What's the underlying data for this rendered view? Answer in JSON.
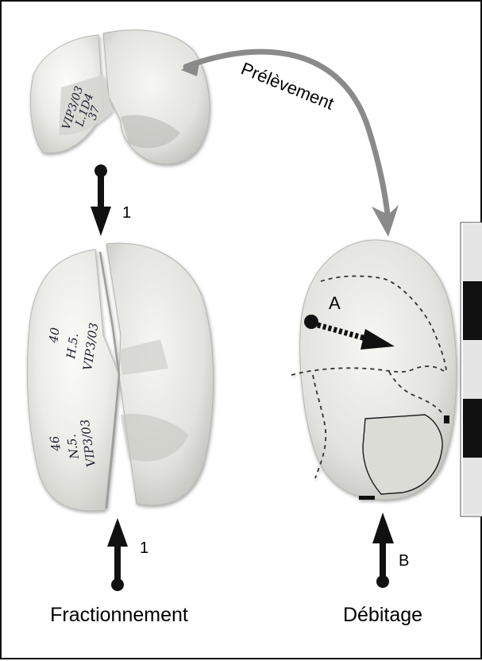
{
  "labels": {
    "transfer": "Prélèvement",
    "fractionnement": "Fractionnement",
    "debitage": "Débitage",
    "arrow_1_top": "1",
    "arrow_1_bottom": "1",
    "zone_a": "A",
    "zone_b": "B"
  },
  "specimen_marks": {
    "top_line1": "VIP3/03",
    "top_line2": "L.1D4",
    "top_line3": "37",
    "left_line1": "VIP3/03",
    "left_line2": "H.5.",
    "left_line3": "40",
    "left2_line1": "VIP3/03",
    "left2_line2": "N.5.",
    "left2_line3": "46"
  },
  "colors": {
    "frame": "#111111",
    "arrow": "#222222",
    "transfer_arrow": "#8a8a8a",
    "specimen_light": "#eeeeeb",
    "specimen_shadow": "#c7c7c3",
    "scale_dark": "#111111",
    "scale_light": "#e5e5e5"
  },
  "scale_bar": {
    "segments": [
      "light",
      "dark",
      "light",
      "dark",
      "light"
    ]
  }
}
